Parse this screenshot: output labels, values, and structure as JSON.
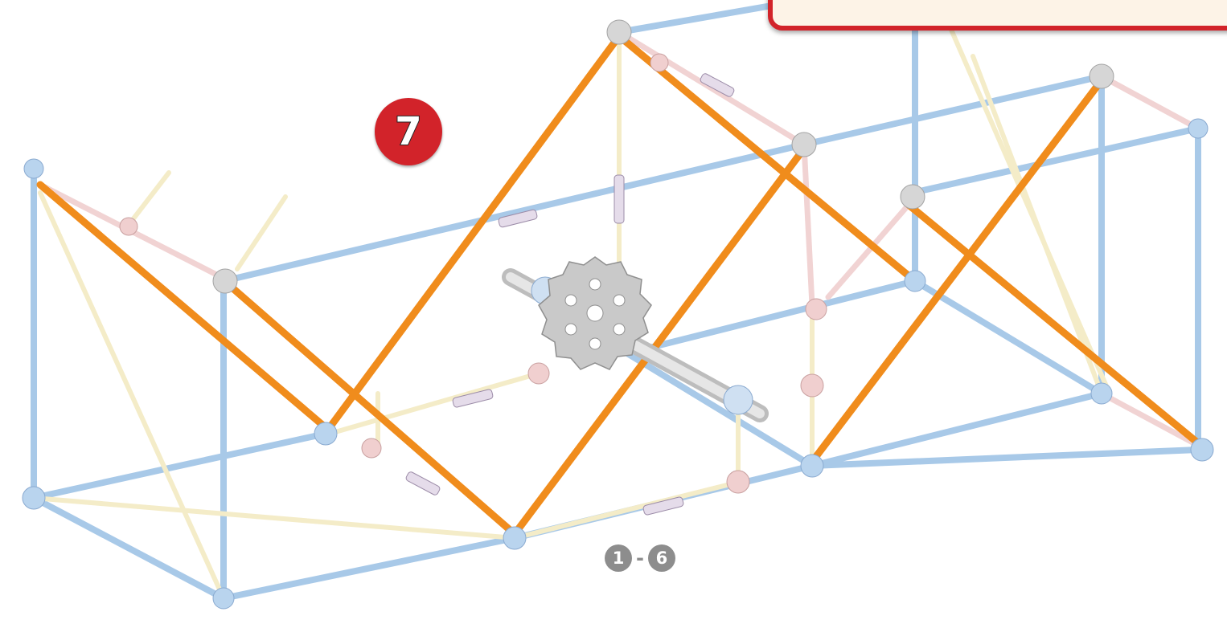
{
  "step_number": "7",
  "reference_steps": {
    "from": "1",
    "separator": "-",
    "to": "6"
  },
  "colors": {
    "badge_red": "#d2232a",
    "rod_orange": "#f08c1c",
    "rod_blue": "#a8c9e8",
    "rod_cream": "#f4ecc8",
    "rod_pink": "#f1d3d3",
    "connector_gray": "#cfcfcf",
    "callout_border": "#d2232a"
  },
  "parts": {
    "large_gear": "gear-icon",
    "axle": "rod-icon",
    "connectors": "connector-icon"
  }
}
